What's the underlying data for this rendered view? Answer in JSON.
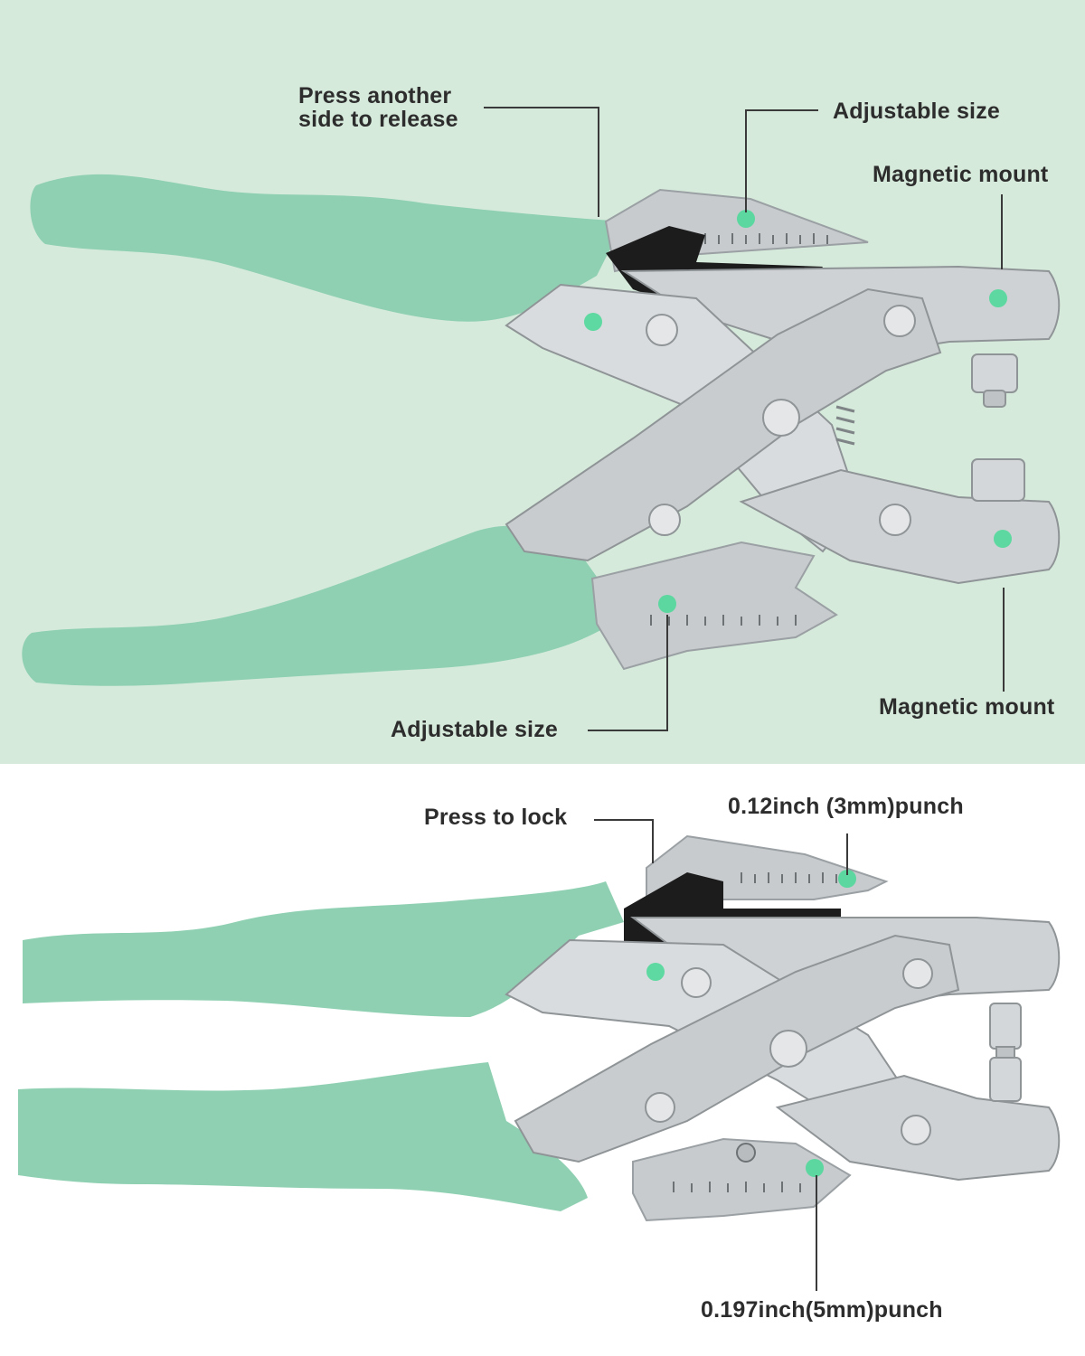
{
  "colors": {
    "top_background": "#d6eadb",
    "bottom_background": "#ffffff",
    "grip": "#8fd0b2",
    "steel": "#cfd2d4",
    "dark_part": "#1c1c1c",
    "indicator_dot": "#4fd89a",
    "label_text": "#2d2d2d"
  },
  "top_view": {
    "callouts": {
      "press_release": "Press another\nside to release",
      "adjustable_top": "Adjustable size",
      "magnetic_top": "Magnetic mount",
      "magnetic_bottom": "Magnetic mount",
      "adjustable_bottom": "Adjustable size"
    }
  },
  "bottom_view": {
    "callouts": {
      "press_lock": "Press to lock",
      "punch_3mm": "0.12inch (3mm)punch",
      "punch_5mm": "0.197inch(5mm)punch"
    }
  }
}
